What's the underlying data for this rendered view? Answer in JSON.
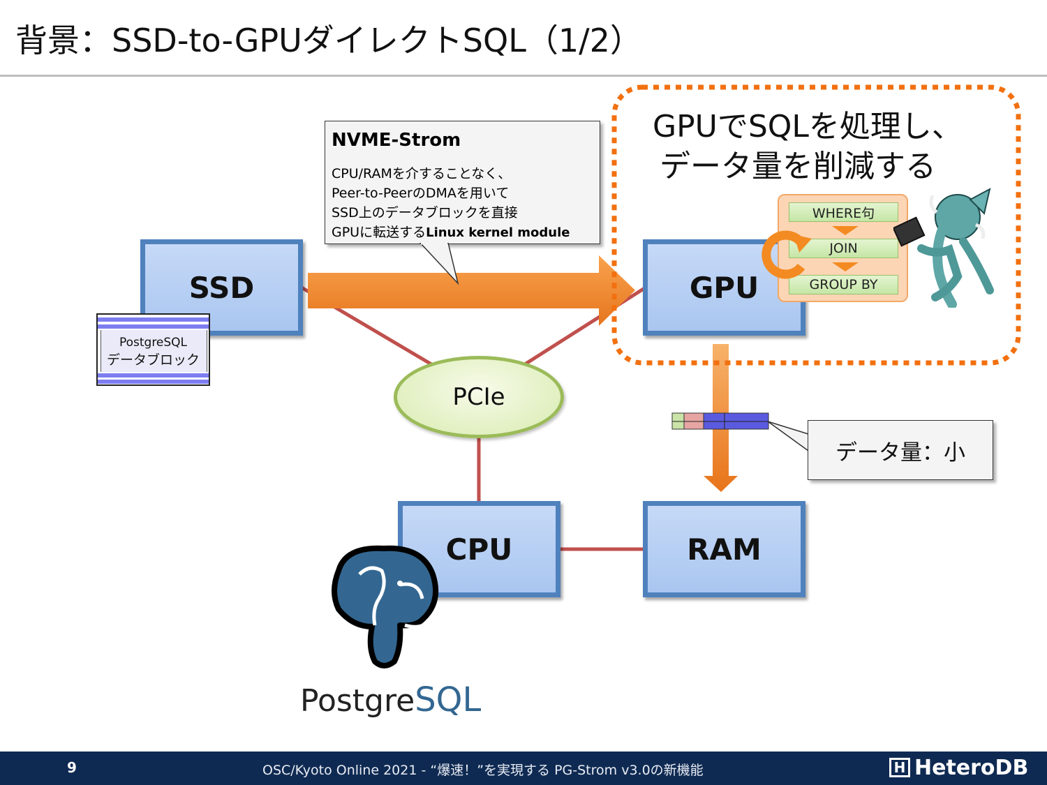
{
  "slide": {
    "title": "背景：SSD-to-GPUダイレクトSQL（1/2）"
  },
  "boxes": {
    "ssd": "SSD",
    "gpu": "GPU",
    "cpu": "CPU",
    "ram": "RAM",
    "pcie": "PCIe"
  },
  "nvme_callout": {
    "title": "NVME-Strom",
    "lines": [
      "CPU/RAMを介することなく、",
      "Peer-to-PeerのDMAを用いて",
      "SSD上のデータブロックを直接"
    ],
    "last_line_prefix": "GPUに転送する",
    "last_line_bold": "Linux kernel module"
  },
  "gpu_message": {
    "line1": "GPUでSQLを処理し、",
    "line2": "データ量を削減する"
  },
  "sql_steps": [
    "WHERE句",
    "JOIN",
    "GROUP BY"
  ],
  "pg_block": {
    "line1": "PostgreSQL",
    "line2": "データブロック"
  },
  "small_data_callout": "データ量：小",
  "logo": {
    "postgre": "Postgre",
    "sql": "SQL"
  },
  "footer": {
    "page_number": "9",
    "text": "OSC/Kyoto Online 2021 - “爆速！”を実現する PG-Strom v3.0の新機能",
    "brand": "HeteroDB",
    "brand_mark": "H"
  },
  "colors": {
    "box_border": "#4f81bd",
    "link_line": "#c0504d",
    "arrow_orange": "#f38b22",
    "dotted_orange": "#f2700f",
    "pcie_border": "#9bbb59",
    "footer_bg": "#0f2a52",
    "elephant_blue": "#336791"
  }
}
